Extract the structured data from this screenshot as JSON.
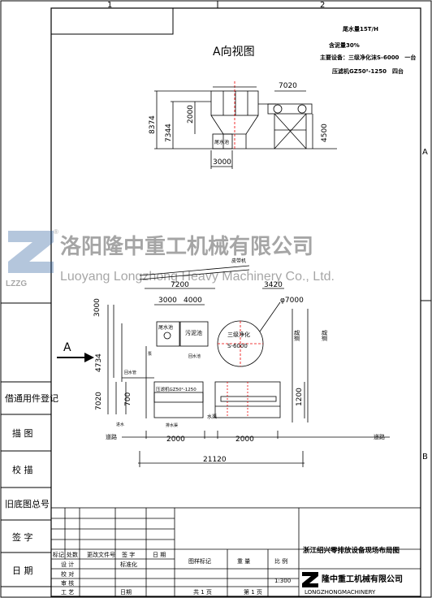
{
  "grid": {
    "col1": "1",
    "col2": "2",
    "rowA": "A",
    "rowB": "B"
  },
  "notes": {
    "line1": "尾水量15T/H",
    "line2": "含泥量30%",
    "line3": "主要设备：三级净化沫S-6000　一台",
    "line4": "压滤机GZ50²-1250　四台"
  },
  "elevation": {
    "title": "A向视图",
    "dim_width_top": "7020",
    "dim_8374": "8374",
    "dim_7344": "7344",
    "dim_2000": "2000",
    "dim_4500": "4500",
    "dim_3000": "3000",
    "label_tank": "尾水池"
  },
  "plan": {
    "dim_7200": "7200",
    "dim_3420": "3420",
    "dim_3000a": "3000",
    "dim_4000": "4000",
    "dim_7000": "φ7000",
    "dim_3000_left": "3000",
    "dim_4734": "4734",
    "dim_7020": "7020",
    "dim_700": "700",
    "dim_1200": "1200",
    "dim_2000a": "2000",
    "dim_2000b": "2000",
    "dim_21120": "21120",
    "label_tail_tank": "尾水池",
    "label_mud_tank": "污泥池",
    "label_purifier_1": "三级净化",
    "label_purifier_2": "S-6000",
    "label_press": "压滤机GZ50²-1250",
    "label_road_1": "道路",
    "label_road_2": "道路",
    "label_road_3": "道路",
    "label_road_4": "道路",
    "label_channel": "排水渠",
    "label_conveyor": "皮带机",
    "label_pump": "泵",
    "label_pipe": "回水管",
    "label_inlet": "进水",
    "label_water": "水渠",
    "label_return": "回水池",
    "arrow_label": "A"
  },
  "watermark": {
    "cn": "洛阳隆中重工机械有限公司",
    "en": "Luoyang Longzhong Heavy Machinery Co., Ltd.",
    "logo": "LZZG",
    "reg": "®"
  },
  "side_labels": [
    "借通用件登记",
    "描 图",
    "校 描",
    "旧底图总号",
    "签 字",
    "日 期"
  ],
  "title_block": {
    "drawing_title": "浙江绍兴零排放设备现场布局图",
    "company": "隆中重工机械有限公司",
    "company_en": "LONGZHONGMACHINERY",
    "hdr": [
      "标记",
      "处数",
      "更改文件号",
      "签 字",
      "日 期"
    ],
    "rows": [
      "设 计",
      "校 对",
      "审 核",
      "工 艺"
    ],
    "std": "标准化",
    "date": "日期",
    "stage": "图样标记",
    "weight": "重 量",
    "scale_lbl": "比 例",
    "scale": "1:300",
    "total": "共 1 页",
    "sheet": "第 1 页"
  }
}
